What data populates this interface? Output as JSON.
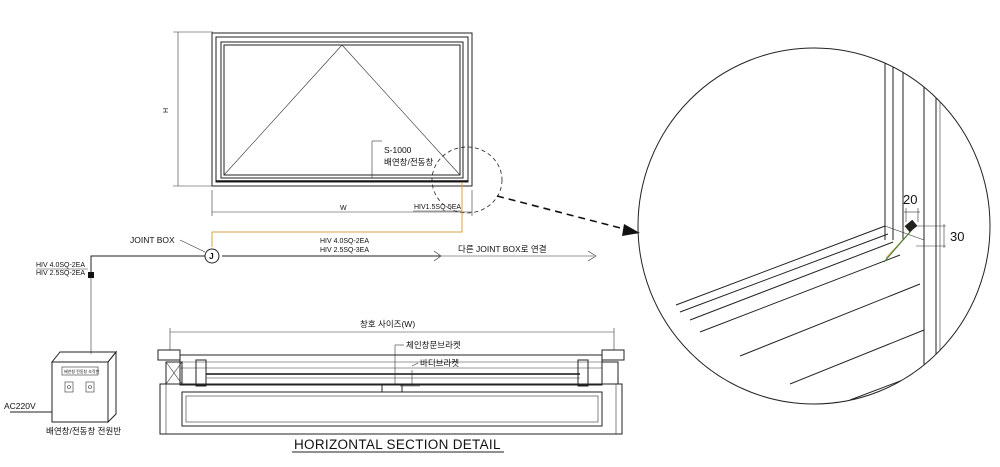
{
  "labels": {
    "dim_h": "H",
    "dim_w": "W",
    "model": "S-1000",
    "window_type": "배연창/전동창",
    "cable_window": "HIV1.5SQ-5EA",
    "joint_box": "JOINT BOX",
    "joint_symbol": "J",
    "cable_main_1": "HIV 4.0SQ-2EA",
    "cable_main_2": "HIV 2.5SQ-3EA",
    "to_next_box": "다른 JOINT BOX로 연결",
    "cable_panel_1": "HIV 4.0SQ-2EA",
    "cable_panel_2": "HIV 2.5SQ-2EA",
    "power_supply": "AC220V",
    "panel_name": "배연창/전동창 전원반",
    "panel_plate": "배연창 전동창 조작반",
    "sash_size": "창호 사이즈(W)",
    "chain_bracket": "체인창문브라켓",
    "body_bracket": "바디브라켓",
    "section_title": "HORIZONTAL SECTION DETAIL",
    "detail_dim_1": "20",
    "detail_dim_2": "30"
  }
}
